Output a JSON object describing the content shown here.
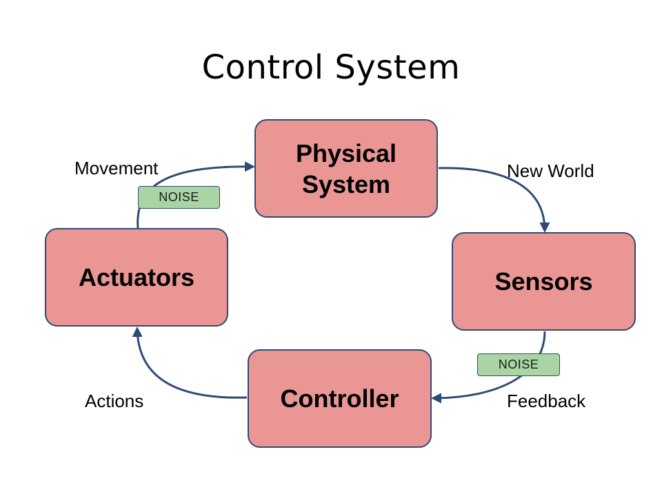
{
  "title": "Control System",
  "colors": {
    "box_fill": "#e99694",
    "box_border": "#2e4a74",
    "noise_fill": "#a8d5a3",
    "arrow": "#2e4a74"
  },
  "nodes": {
    "physical": {
      "line1": "Physical",
      "line2": "System"
    },
    "sensors": "Sensors",
    "controller": "Controller",
    "actuators": "Actuators"
  },
  "edges": {
    "movement": "Movement",
    "new_world": "New World",
    "feedback": "Feedback",
    "actions": "Actions"
  },
  "noise": {
    "top": "NOISE",
    "bottom": "NOISE"
  }
}
